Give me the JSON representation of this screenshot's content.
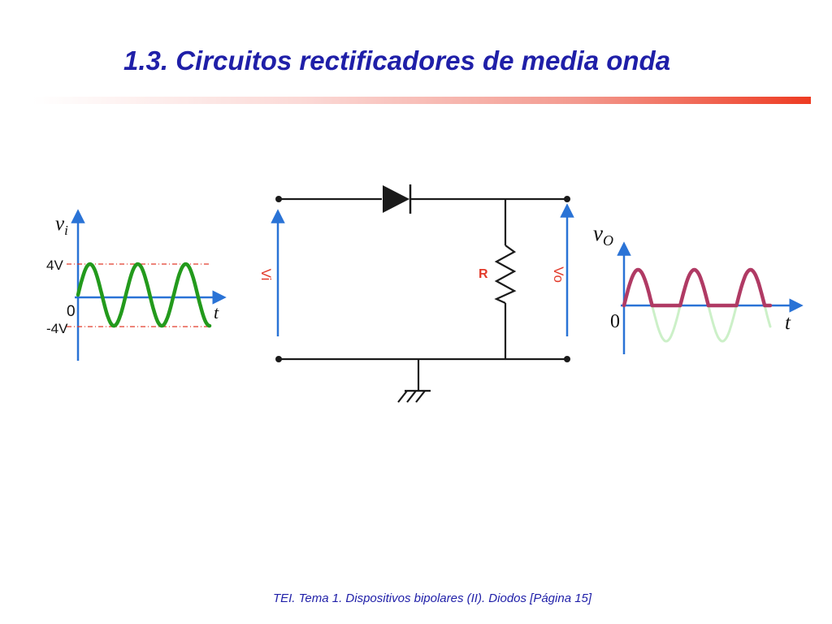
{
  "title": "1.3. Circuitos rectificadores de media onda",
  "footer": "TEI. Tema 1. Dispositivos bipolares (II). Diodos [Página 15]",
  "input_graph": {
    "y_label": "v",
    "y_label_sub": "i",
    "x_label": "t",
    "origin_label": "0",
    "upper_level_label": "4V",
    "lower_level_label": "-4V"
  },
  "circuit": {
    "input_label": "Vi",
    "output_label": "Vo",
    "resistor_label": "R"
  },
  "output_graph": {
    "y_label": "v",
    "y_label_sub": "O",
    "x_label": "t",
    "origin_label": "0"
  },
  "colors": {
    "title": "#1f1fa8",
    "axis": "#2a73d6",
    "input_wave": "#239a1c",
    "output_wave": "#b03a64",
    "clipped_wave": "#ccf0c8",
    "level_lines": "#e23a2a",
    "resistor_label": "#e23a2a",
    "wire": "#1a1a1a"
  }
}
